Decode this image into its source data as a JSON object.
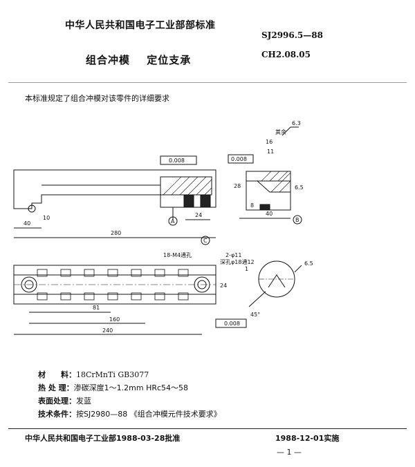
{
  "header": {
    "org": "中华人民共和国电子工业部部标准",
    "code_1": "SJ2996.5—88",
    "code_2": "CH2.08.05",
    "title_a": "组合冲模",
    "title_b": "定位支承"
  },
  "intro": "本标准规定了组合冲模对该零件的详细要求",
  "drawing": {
    "roughness_note": "其余",
    "roughness_value": "6.3",
    "flatness_1": "0.008",
    "ref_a": "A",
    "ref_b": "B",
    "ref_c": "C",
    "dim_280": "280",
    "dim_40": "40",
    "dim_24": "24",
    "dim_10": "10",
    "dim_16": "16",
    "dim_11": "11",
    "dim_28": "28",
    "dim_6_5": "6.5",
    "dim_8": "8",
    "dim_81": "81",
    "dim_160": "160",
    "dim_240": "240",
    "dim_45": "45°",
    "dim_1": "1",
    "note_holes_1": "18-M4通孔",
    "note_holes_2": "2-φ11",
    "note_holes_3": "深孔φ18通12"
  },
  "specs": [
    {
      "label": "材　　料：",
      "value": "18CrMnTi  GB3077"
    },
    {
      "label": "热 处 理：",
      "value": "渗碳深度1～1.2mm  HRc54～58"
    },
    {
      "label": "表面处理：",
      "value": "发蓝"
    },
    {
      "label": "技术条件：",
      "value": "按SJ2980—88 《组合冲模元件技术要求》"
    }
  ],
  "footer": {
    "approved": "中华人民共和国电子工业部1988-03-28批准",
    "effective": "1988-12-01实施",
    "page": "— 1 —"
  }
}
